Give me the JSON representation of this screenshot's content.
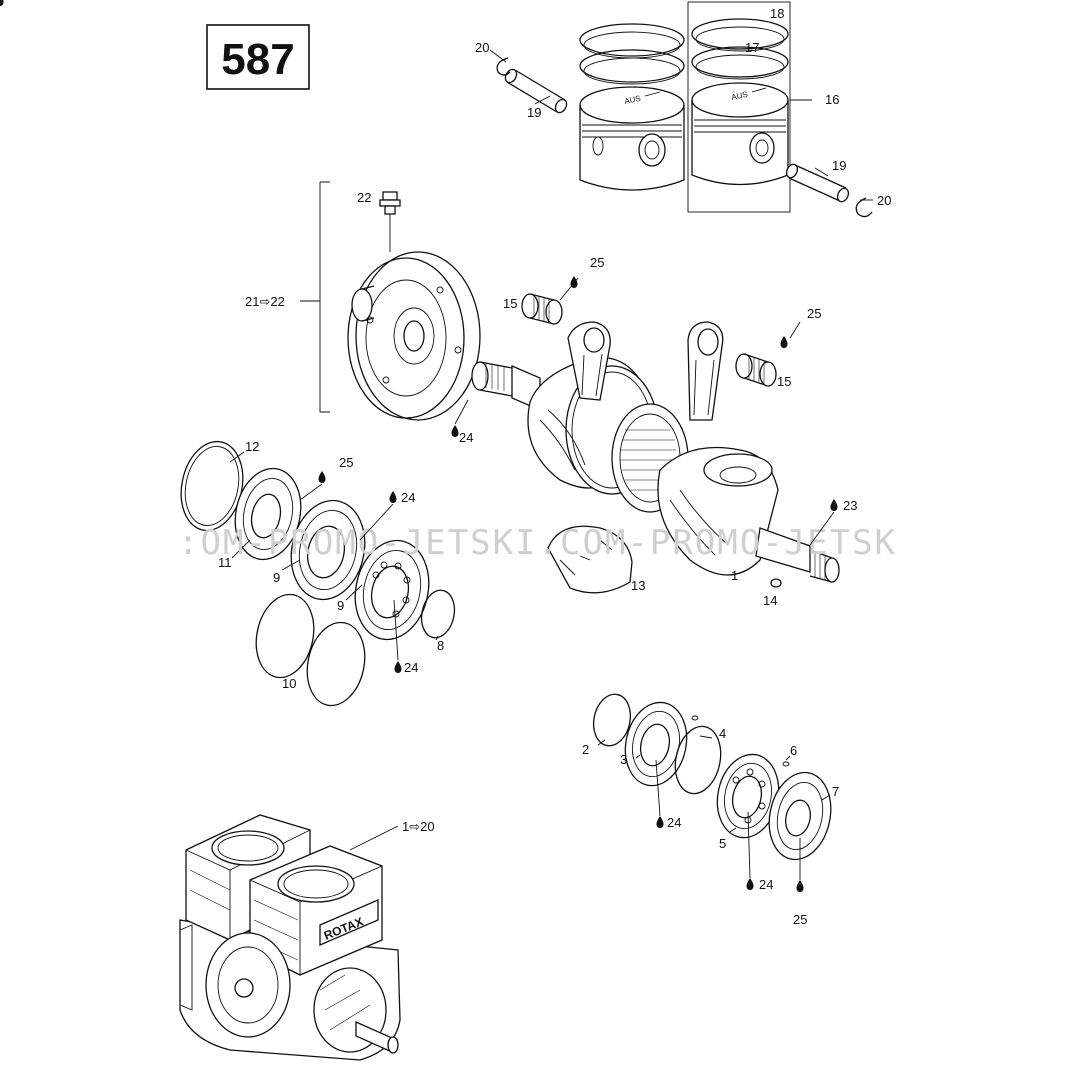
{
  "diagram": {
    "page_number": "587",
    "watermark": ":OM-PROMO-JETSKI.COM-PROMO-JETSK",
    "callouts": {
      "p1": "1",
      "p2": "2",
      "p3": "3",
      "p4": "4",
      "p5": "5",
      "p6": "6",
      "p7": "7",
      "p8": "8",
      "p9a": "9",
      "p9b": "9",
      "p10": "10",
      "p11": "11",
      "p12": "12",
      "p13": "13",
      "p14": "14",
      "p15a": "15",
      "p15b": "15",
      "p16": "16",
      "p17": "17",
      "p18": "18",
      "p19a": "19",
      "p19b": "19",
      "p20a": "20",
      "p20b": "20",
      "p21": "21⇨22",
      "p22": "22",
      "p23": "23",
      "p24a": "24",
      "p24b": "24",
      "p24c": "24",
      "p24d": "24",
      "p24e": "24",
      "p25a": "25",
      "p25b": "25",
      "p25c": "25",
      "p25d": "25",
      "engine": "1⇨20"
    },
    "engine_brand": "ROTAX",
    "piston_mark": "AUS"
  }
}
